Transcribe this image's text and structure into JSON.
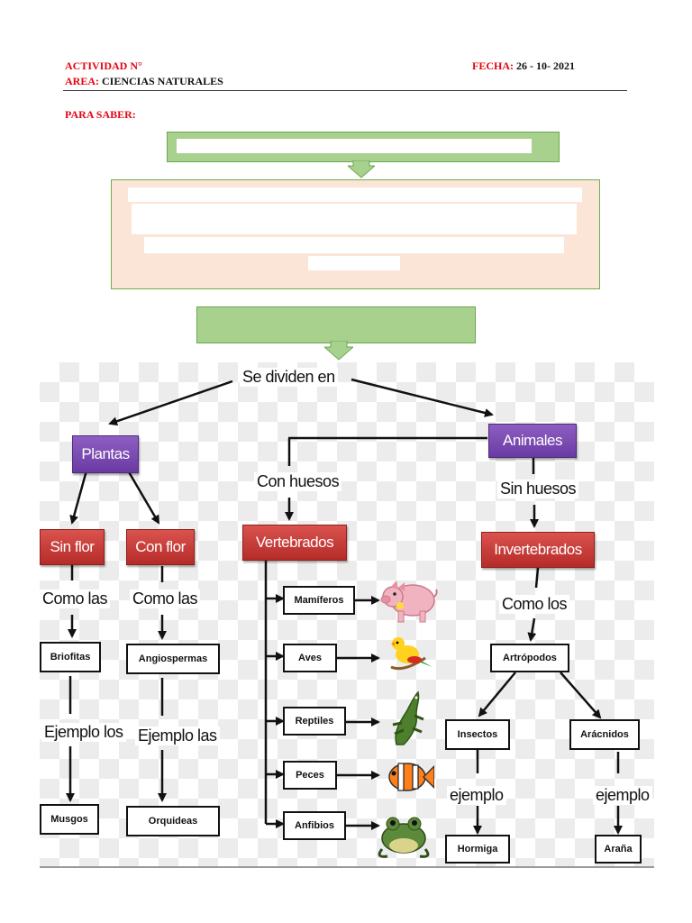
{
  "header": {
    "actividad_label": "ACTIVIDAD N°",
    "fecha_label": "FECHA:",
    "fecha_value": "26 -  10- 2021",
    "area_label": "AREA:",
    "area_value": "CIENCIAS NATURALES",
    "para_saber": "PARA SABER:"
  },
  "diagram": {
    "root": "Se dividen en",
    "plantas": "Plantas",
    "animales": "Animales",
    "sin_flor": "Sin flor",
    "con_flor": "Con flor",
    "como_las_1": "Como las",
    "como_las_2": "Como las",
    "briofitas": "Briofitas",
    "angiospermas": "Angiospermas",
    "ejemplo_los": "Ejemplo los",
    "ejemplo_las": "Ejemplo las",
    "musgos": "Musgos",
    "orquideas": "Orquideas",
    "con_huesos": "Con huesos",
    "vertebrados": "Vertebrados",
    "mamiferos": "Mamíferos",
    "aves": "Aves",
    "reptiles": "Reptiles",
    "peces": "Peces",
    "anfibios": "Anfibios",
    "sin_huesos": "Sin huesos",
    "invertebrados": "Invertebrados",
    "como_los": "Como los",
    "artropodos": "Artrópodos",
    "insectos": "Insectos",
    "aracnidos": "Arácnidos",
    "ejemplo_1": "ejemplo",
    "ejemplo_2": "ejemplo",
    "hormiga": "Hormiga",
    "arana": "Araña"
  },
  "icons": [
    "pig-icon",
    "bird-icon",
    "crocodile-icon",
    "fish-icon",
    "frog-icon"
  ],
  "colors": {
    "header_red": "#e30613",
    "green_box": "#a9d18e",
    "peach_box": "#fbe5d6",
    "purple_node": "#7a4bb3",
    "red_node": "#c9302c"
  }
}
